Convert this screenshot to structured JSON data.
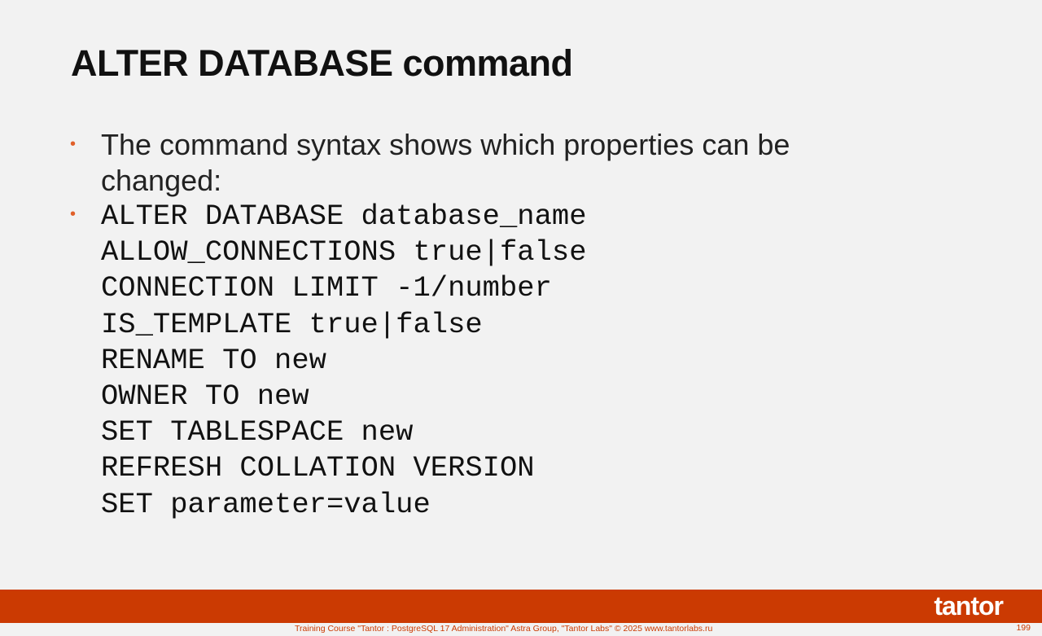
{
  "title": "ALTER DATABASE command",
  "bullets": [
    {
      "text": "The command syntax shows which properties can be changed:"
    },
    {
      "code": "ALTER DATABASE database_name\nALLOW_CONNECTIONS true|false\nCONNECTION LIMIT -1/number\nIS_TEMPLATE true|false\nRENAME TO new\nOWNER TO new\nSET TABLESPACE new\nREFRESH COLLATION VERSION\nSET parameter=value"
    }
  ],
  "footer": {
    "text": "Training Course \"Tantor : PostgreSQL 17 Administration\" Astra Group, \"Tantor Labs\" © 2025  www.tantorlabs.ru",
    "page": "199",
    "logo": "tantor"
  }
}
